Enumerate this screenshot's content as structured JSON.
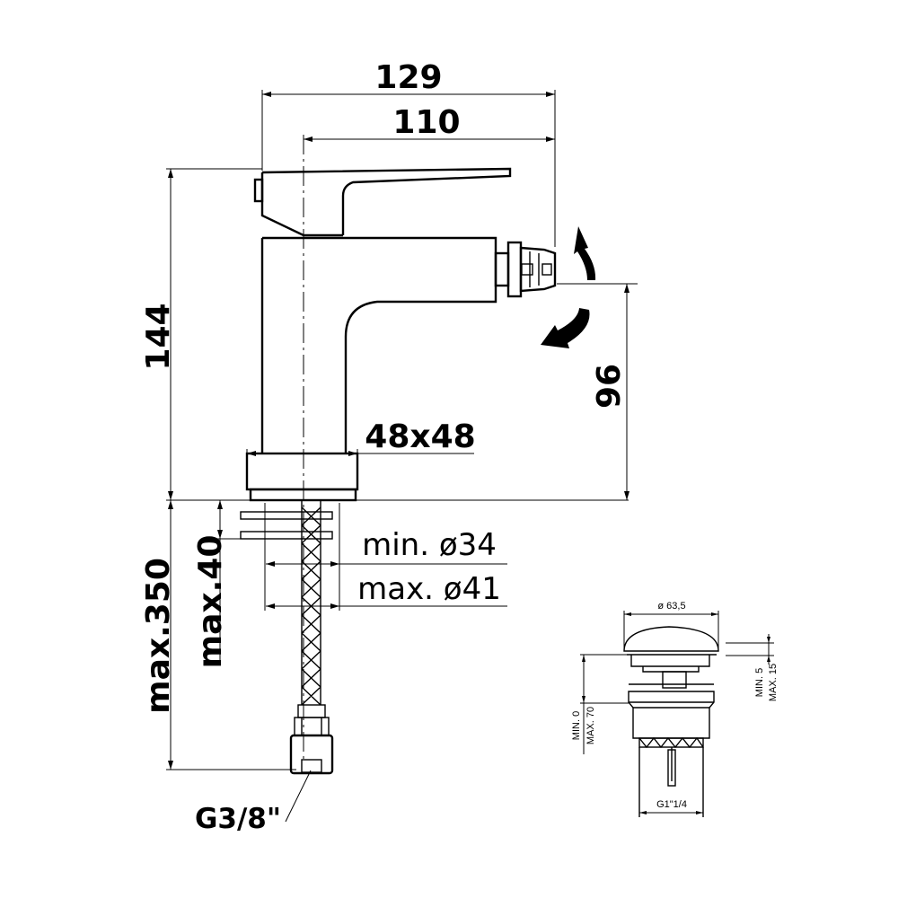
{
  "dimensions": {
    "width_129": "129",
    "width_110": "110",
    "height_144": "144",
    "spout_height_96": "96",
    "base_48x48": "48x48",
    "min_hole": "min. ø34",
    "max_hole": "max. ø41",
    "max_350": "max.350",
    "max_40": "max.40",
    "thread": "G3/8\""
  },
  "waste": {
    "diameter": "ø 63,5",
    "min_5": "MIN. 5",
    "max_15": "MAX. 15",
    "min_0": "MIN. 0",
    "max_70": "MAX. 70",
    "thread": "G1\"1/4"
  }
}
